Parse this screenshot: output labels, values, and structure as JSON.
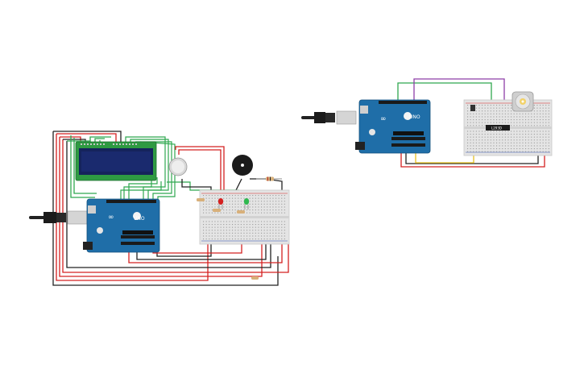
{
  "boards": {
    "left_arduino_label": "UNO",
    "right_arduino_label": "UNO",
    "driver_chip_label": "L293D"
  },
  "colors": {
    "board_blue": "#1f6ea8",
    "breadboard": "#e4e4e4",
    "wire_red": "#d42020",
    "wire_black": "#222222",
    "wire_green": "#2fa84f",
    "wire_purple": "#8e3ea8",
    "wire_yellow": "#e8c020",
    "lcd_green": "#2e9a42",
    "lcd_screen": "#1a2a6e"
  },
  "icons": [
    "usb-cable-icon",
    "potentiometer-icon",
    "buzzer-icon",
    "led-red-icon",
    "led-green-icon",
    "resistor-icon",
    "dc-motor-icon"
  ]
}
